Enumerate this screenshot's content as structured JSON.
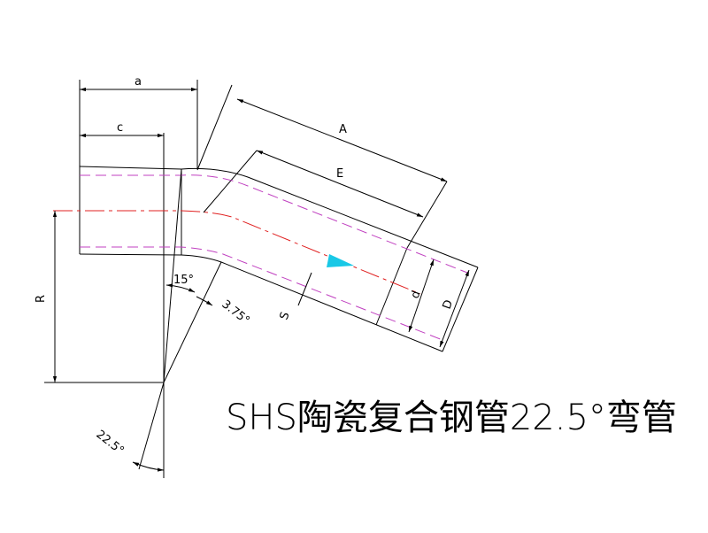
{
  "title": "SHS陶瓷复合钢管22.5°弯管",
  "labels": {
    "a": "a",
    "c": "c",
    "A": "A",
    "E": "E",
    "R": "R",
    "d": "d",
    "D": "D",
    "S": "S",
    "angle15": "15°",
    "angle375": "3.75°",
    "angle225": "22.5°"
  },
  "colors": {
    "outline": "#000000",
    "inner_wall": "#c040c0",
    "center_line": "#e02020",
    "flow_arrow": "#19c8e6"
  }
}
